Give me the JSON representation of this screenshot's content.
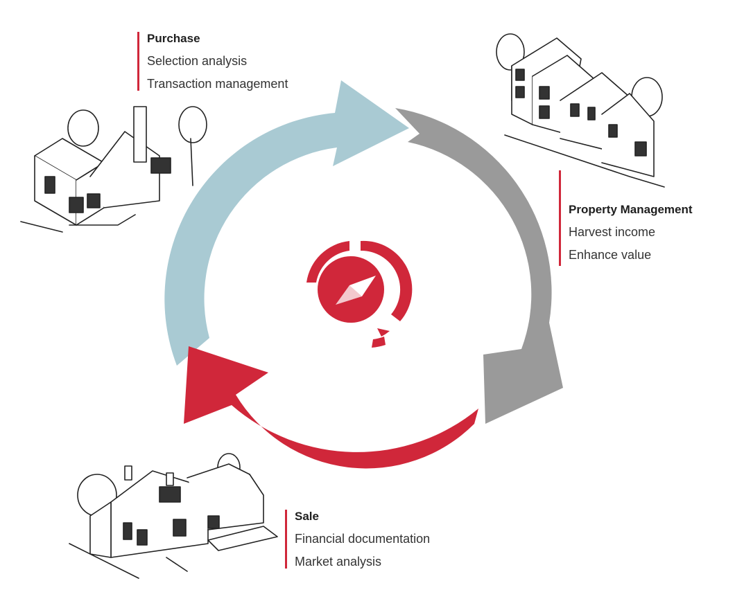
{
  "colors": {
    "accent_red": "#d0273a",
    "arrow_blue": "#a9cad3",
    "arrow_gray": "#9a9a9a",
    "arrow_red": "#d0273a",
    "text_dark": "#1e1e1e",
    "text_body": "#333333"
  },
  "stages": {
    "purchase": {
      "title": "Purchase",
      "items": [
        "Selection analysis",
        "Transaction management"
      ],
      "illustration_icon": "house-sketch-icon"
    },
    "property_management": {
      "title": "Property Management",
      "items": [
        "Harvest income",
        "Enhance value"
      ],
      "illustration_icon": "townhouses-sketch-icon"
    },
    "sale": {
      "title": "Sale",
      "items": [
        "Financial documentation",
        "Market analysis"
      ],
      "illustration_icon": "house-sketch-icon"
    }
  },
  "center_logo": {
    "icon": "company-logo-icon"
  },
  "cycle_arrows": [
    {
      "stage": "purchase",
      "icon": "cycle-arrow-icon"
    },
    {
      "stage": "property_management",
      "icon": "cycle-arrow-icon"
    },
    {
      "stage": "sale",
      "icon": "cycle-arrow-icon"
    }
  ]
}
